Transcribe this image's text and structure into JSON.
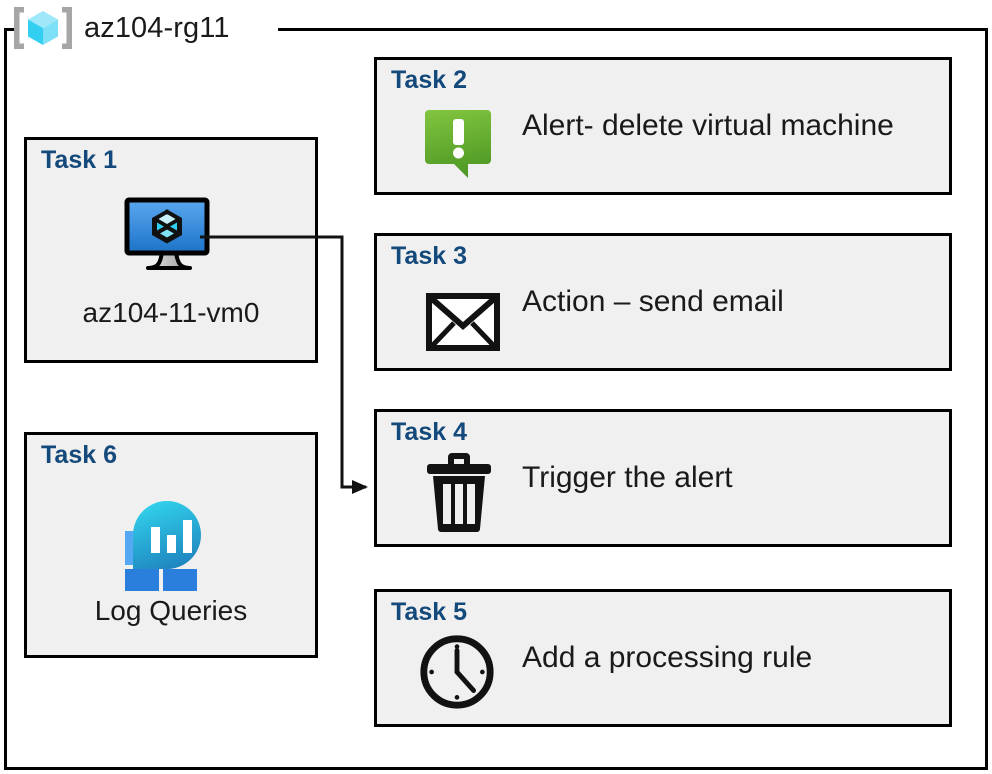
{
  "resource_group": {
    "title": "az104-rg11",
    "icon": "azure-resource-group-icon",
    "border_color": "#000000"
  },
  "theme": {
    "box_background": "#f0f0f0",
    "box_border": "#000000",
    "task_label_color": "#14497b",
    "caption_color": "#1a1a1a",
    "alert_green_light": "#7dc242",
    "alert_green_dark": "#4e9a28",
    "vm_blue_light": "#5aa7ef",
    "vm_blue_dark": "#1d73c8",
    "log_teal": "#27c9e3",
    "log_blue": "#2579d3"
  },
  "tasks": [
    {
      "id": "task-1",
      "label": "Task 1",
      "caption": "az104-11-vm0",
      "icon": "virtual-machine-icon",
      "layout": "vertical"
    },
    {
      "id": "task-2",
      "label": "Task 2",
      "caption": "Alert- delete virtual machine",
      "icon": "alert-bubble-icon",
      "layout": "horizontal"
    },
    {
      "id": "task-3",
      "label": "Task 3",
      "caption": "Action – send email",
      "icon": "envelope-icon",
      "layout": "horizontal"
    },
    {
      "id": "task-4",
      "label": "Task 4",
      "caption": "Trigger the alert",
      "icon": "trash-delete-icon",
      "layout": "horizontal"
    },
    {
      "id": "task-5",
      "label": "Task 5",
      "caption": "Add a processing rule",
      "icon": "clock-icon",
      "layout": "horizontal"
    },
    {
      "id": "task-6",
      "label": "Task 6",
      "caption": "Log Queries",
      "icon": "log-analytics-icon",
      "layout": "vertical"
    }
  ],
  "connector": {
    "name": "vm-to-trigger-connector",
    "from": "task-1",
    "to": "task-4",
    "arrow": "arrowhead-right"
  }
}
